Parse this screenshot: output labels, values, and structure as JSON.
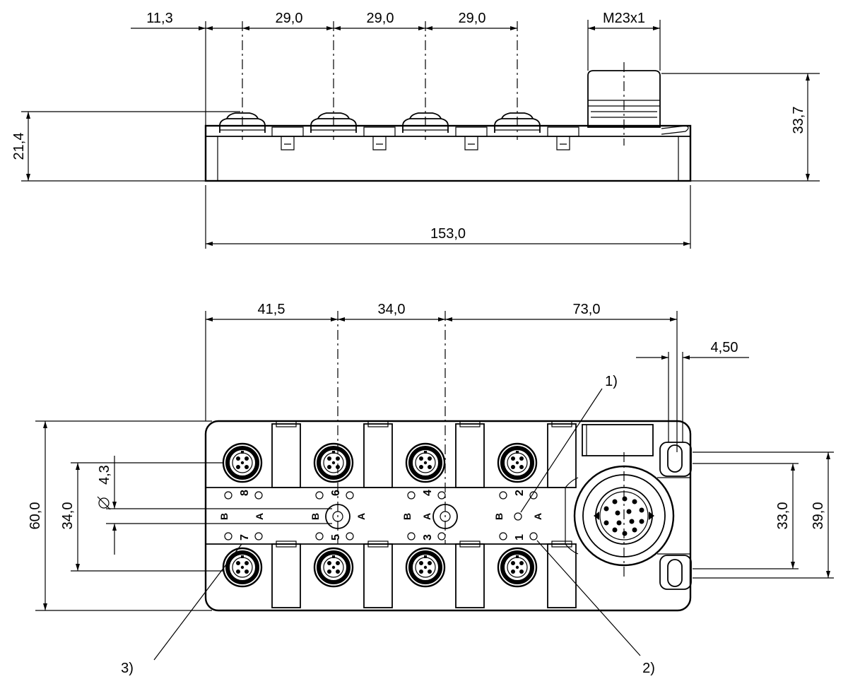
{
  "side_view": {
    "dims": {
      "offset_first": "11,3",
      "pitch_1": "29,0",
      "pitch_2": "29,0",
      "pitch_3": "29,0",
      "connector_thread": "M23x1",
      "total_height": "33,7",
      "body_height": "21,4",
      "total_length": "153,0"
    }
  },
  "top_view": {
    "dims": {
      "to_first_hole": "41,5",
      "hole_spacing": "34,0",
      "hole_to_end": "73,0",
      "slot_width": "4,50",
      "height": "60,0",
      "inner_height": "34,0",
      "hole_diameter": "4,3",
      "slot_spacing": "33,0",
      "slot_outer": "39,0"
    },
    "ports_top": [
      "8",
      "6",
      "4",
      "2"
    ],
    "ports_bottom": [
      "7",
      "5",
      "3",
      "1"
    ],
    "led_a": "A",
    "led_b": "B",
    "callouts": [
      "1)",
      "2)",
      "3)"
    ]
  }
}
